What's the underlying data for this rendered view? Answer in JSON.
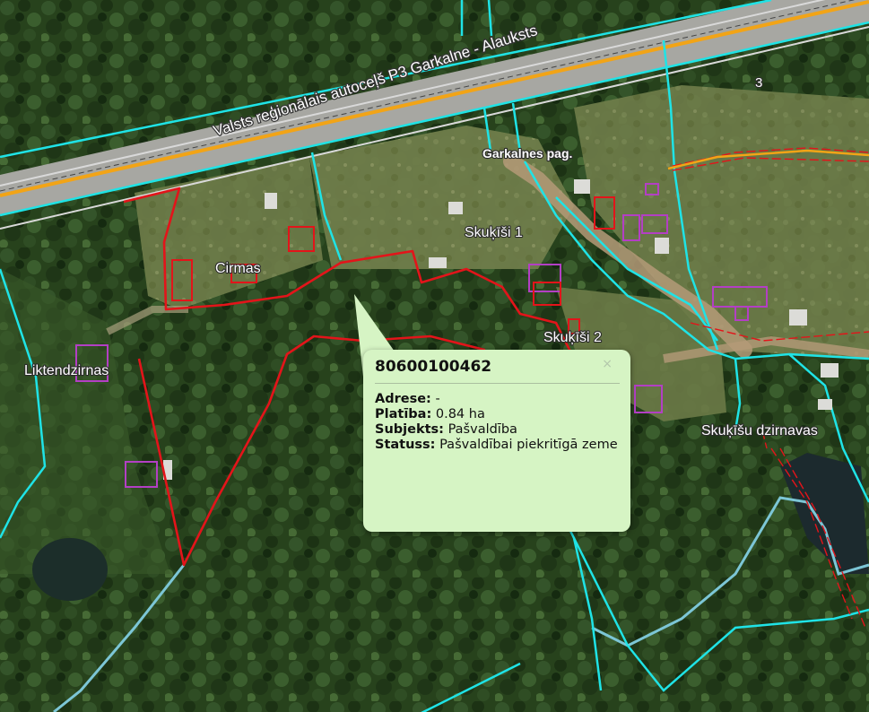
{
  "map": {
    "labels": {
      "road": "Valsts reģionālais autoceļš P3 Garkalne - Alauksts",
      "parcel_3": "3",
      "parish": "Garkalnes pag.",
      "skukisi_1": "Skuķīši 1",
      "cirmas": "Cirmas",
      "skukisi_2": "Skuķīši 2",
      "liktendzirnas": "Liktendzirnas",
      "skukisu_dzirnavas": "Skuķīšu dzirnavas"
    },
    "colors": {
      "parcel_boundary": "#1fe3e6",
      "selected_parcel": "#e3141a",
      "building_outline": "#b33fc4",
      "road_center": "#f2a416",
      "road_edge": "#d9d9d9",
      "stream": "#7cc6d6"
    }
  },
  "popup": {
    "title": "80600100462",
    "close_icon": "close-icon",
    "close_symbol": "×",
    "fields": [
      {
        "label": "Adrese:",
        "value": "-"
      },
      {
        "label": "Platība:",
        "value": "0.84 ha"
      },
      {
        "label": "Subjekts:",
        "value": "Pašvaldība"
      },
      {
        "label": "Statuss:",
        "value": "Pašvaldībai piekritīgā zeme"
      }
    ]
  }
}
